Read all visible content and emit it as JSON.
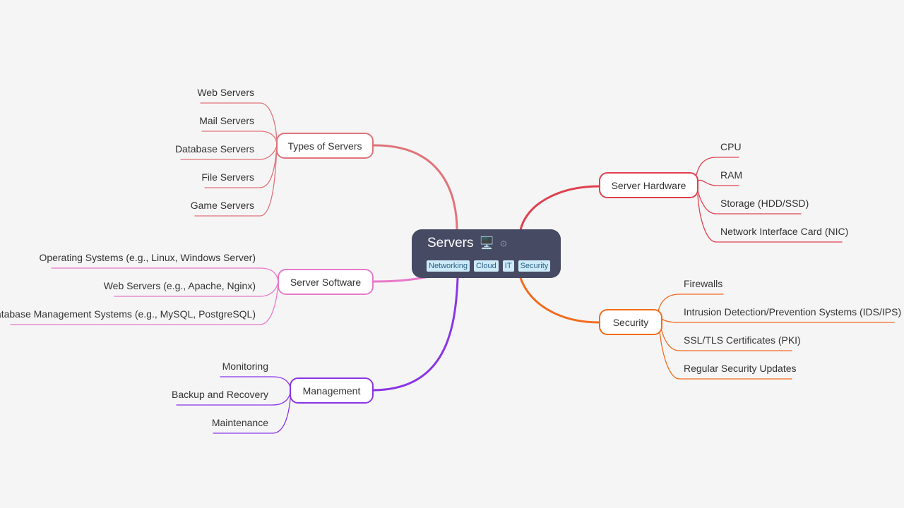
{
  "root": {
    "title": "Servers",
    "icon": "desktop-computer-icon",
    "icon_glyph": "🖥️",
    "tags": [
      "Networking",
      "Cloud",
      "IT",
      "Security"
    ]
  },
  "branches": {
    "types_of_servers": {
      "label": "Types of Servers",
      "color": "#e0737a",
      "children": [
        "Web Servers",
        "Mail Servers",
        "Database Servers",
        "File Servers",
        "Game Servers"
      ]
    },
    "server_software": {
      "label": "Server Software",
      "color": "#e879c9",
      "children": [
        "Operating Systems (e.g., Linux, Windows Server)",
        "Web Servers (e.g., Apache, Nginx)",
        "Database Management Systems (e.g., MySQL, PostgreSQL)"
      ]
    },
    "management": {
      "label": "Management",
      "color": "#8b35e6",
      "children": [
        "Monitoring",
        "Backup and Recovery",
        "Maintenance"
      ]
    },
    "server_hardware": {
      "label": "Server Hardware",
      "color": "#e0404f",
      "children": [
        "CPU",
        "RAM",
        "Storage (HDD/SSD)",
        "Network Interface Card (NIC)"
      ]
    },
    "security": {
      "label": "Security",
      "color": "#f26b1d",
      "children": [
        "Firewalls",
        "Intrusion Detection/Prevention Systems (IDS/IPS)",
        "SSL/TLS Certificates (PKI)",
        "Regular Security Updates"
      ]
    }
  }
}
